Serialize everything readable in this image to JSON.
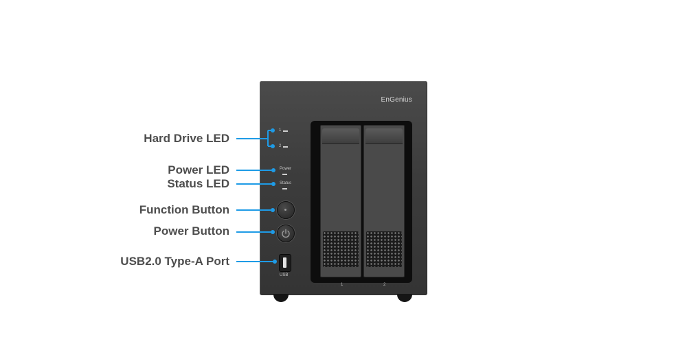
{
  "device": {
    "brand": "EnGenius"
  },
  "leds": {
    "drive1": "1",
    "drive2": "2",
    "power": "Power",
    "status": "Status",
    "usb": "USB"
  },
  "bays": [
    "1",
    "2"
  ],
  "callouts": [
    {
      "id": "hard-drive-led",
      "label": "Hard Drive LED"
    },
    {
      "id": "power-led",
      "label": "Power LED"
    },
    {
      "id": "status-led",
      "label": "Status LED"
    },
    {
      "id": "function-button",
      "label": "Function Button"
    },
    {
      "id": "power-button",
      "label": "Power Button"
    },
    {
      "id": "usb-port",
      "label": "USB2.0 Type-A Port"
    }
  ],
  "colors": {
    "leader": "#1e9be6",
    "label": "#4d4d4d",
    "chassis": "#3c3c3c"
  }
}
